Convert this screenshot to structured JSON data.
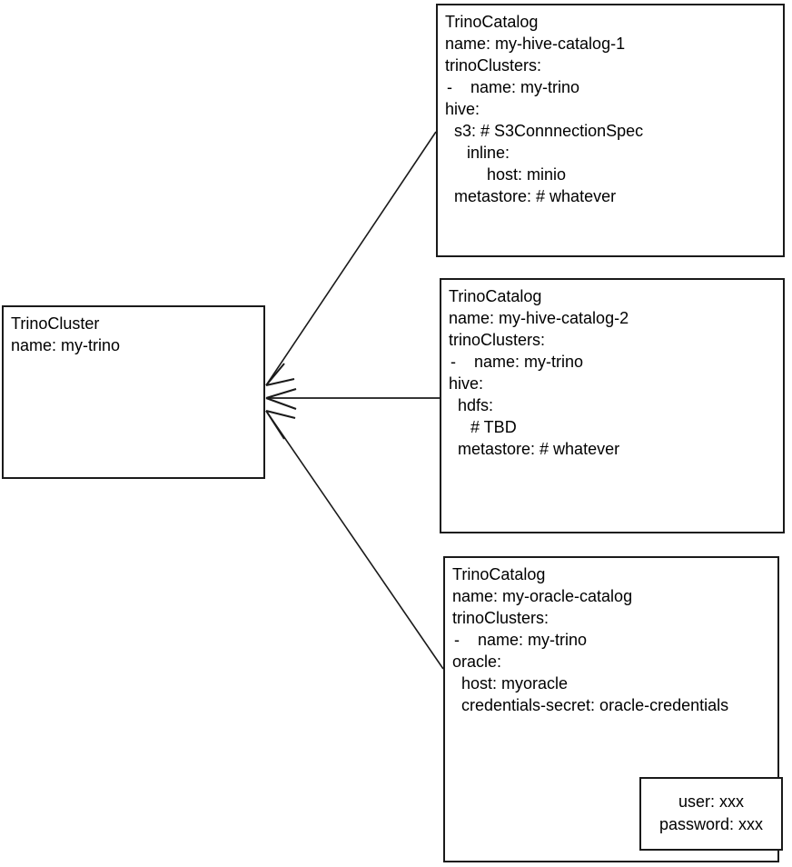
{
  "diagram": {
    "title": "TrinoCluster and TrinoCatalog relationship diagram",
    "stroke_color": "#1a1a1a",
    "background_color": "#ffffff"
  },
  "cluster": {
    "kind": "TrinoCluster",
    "lines": [
      {
        "text": "TrinoCluster",
        "indent": 0
      },
      {
        "text": "name: my-trino",
        "indent": 0
      }
    ]
  },
  "catalogs": [
    {
      "kind": "TrinoCatalog",
      "name": "my-hive-catalog-1",
      "lines": [
        {
          "text": "TrinoCatalog",
          "indent": 0
        },
        {
          "text": "name: my-hive-catalog-1",
          "indent": 0
        },
        {
          "text": "trinoClusters:",
          "indent": 0
        },
        {
          "text": "-    name: my-trino",
          "indent": 0
        },
        {
          "text": "hive:",
          "indent": 0
        },
        {
          "text": "s3: # S3ConnnectionSpec",
          "indent": 1
        },
        {
          "text": "inline:",
          "indent": 2
        },
        {
          "text": "host: minio",
          "indent": 3
        },
        {
          "text": "metastore: # whatever",
          "indent": 1
        }
      ]
    },
    {
      "kind": "TrinoCatalog",
      "name": "my-hive-catalog-2",
      "lines": [
        {
          "text": "TrinoCatalog",
          "indent": 0
        },
        {
          "text": "name: my-hive-catalog-2",
          "indent": 0
        },
        {
          "text": "trinoClusters:",
          "indent": 0
        },
        {
          "text": "-    name: my-trino",
          "indent": 0
        },
        {
          "text": "hive:",
          "indent": 0
        },
        {
          "text": "hdfs:",
          "indent": 1
        },
        {
          "text": "# TBD",
          "indent": 2
        },
        {
          "text": "metastore: # whatever",
          "indent": 1
        }
      ]
    },
    {
      "kind": "TrinoCatalog",
      "name": "my-oracle-catalog",
      "lines": [
        {
          "text": "TrinoCatalog",
          "indent": 0
        },
        {
          "text": "name: my-oracle-catalog",
          "indent": 0
        },
        {
          "text": "trinoClusters:",
          "indent": 0
        },
        {
          "text": "-    name: my-trino",
          "indent": 0
        },
        {
          "text": "oracle:",
          "indent": 0
        },
        {
          "text": "host: myoracle",
          "indent": 1
        },
        {
          "text": "credentials-secret: oracle-credentials",
          "indent": 1
        }
      ]
    }
  ],
  "secret": {
    "lines": [
      {
        "text": "user: xxx"
      },
      {
        "text": "password: xxx"
      }
    ]
  },
  "connectors": [
    {
      "from": "catalog-1",
      "to": "cluster",
      "arrow": "cluster-right-edge"
    },
    {
      "from": "catalog-2",
      "to": "cluster",
      "arrow": "cluster-right-edge"
    },
    {
      "from": "catalog-3",
      "to": "cluster",
      "arrow": "cluster-right-edge"
    },
    {
      "from": "credentials-secret",
      "to": "secret-box",
      "arrow": "secret-box-top"
    }
  ]
}
